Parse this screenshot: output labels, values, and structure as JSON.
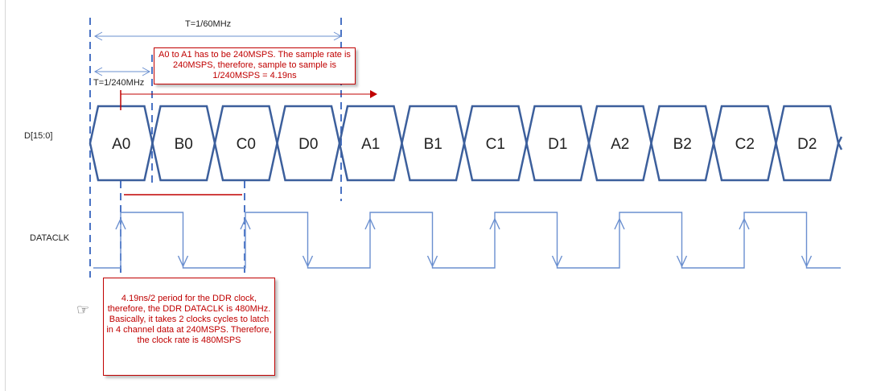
{
  "signals": {
    "data_bus": "D[15:0]",
    "clock": "DATACLK"
  },
  "periods": {
    "long": "T=1/60MHz",
    "short": "T=1/240MHz"
  },
  "data_words": [
    "A0",
    "B0",
    "C0",
    "D0",
    "A1",
    "B1",
    "C1",
    "D1",
    "A2",
    "B2",
    "C2",
    "D2"
  ],
  "callouts": {
    "top": "A0 to A1 has to be 240MSPS. The sample rate is 240MSPS, therefore, sample to sample is 1/240MSPS = 4.19ns",
    "bottom": "4.19ns/2  period for the DDR clock, therefore, the DDR DATACLK is 480MHz. Basically, it takes 2 clocks cycles to latch in 4 channel data at 240MSPS. Therefore, the clock rate is 480MSPS"
  },
  "colors": {
    "waveform": "#3c5f9c",
    "clock": "#6a8fcf",
    "annotation": "#c00000",
    "marker": "#4a73c4"
  }
}
